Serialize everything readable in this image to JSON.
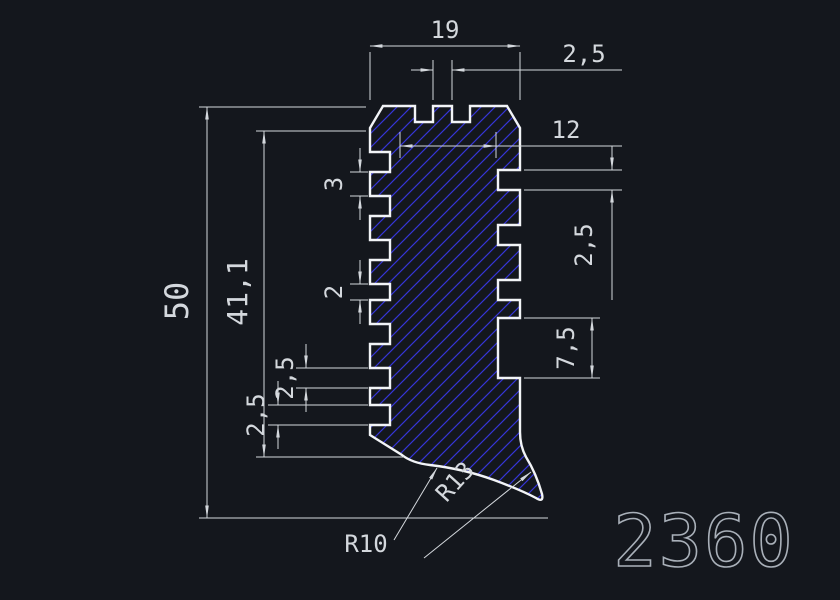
{
  "drawing": {
    "part_number": "2360",
    "dimensions": {
      "top_width": "19",
      "top_tab": "2,5",
      "top_inner_width": "12",
      "left_tooth": "3",
      "right_notch_upper": "2,5",
      "left_gap": "2",
      "right_notch_lower": "7,5",
      "left_lower_gap": "2,5",
      "left_bottom_gap": "2,5",
      "inner_height": "41,1",
      "overall_height": "50"
    },
    "radii": {
      "r10": "R10",
      "r13": "R13"
    }
  },
  "colors": {
    "background": "#14171d",
    "outline": "#f2f4f7",
    "hatch": "#3535d8",
    "dimension": "#d4d8dd",
    "part_number": "#a9b0b9"
  }
}
